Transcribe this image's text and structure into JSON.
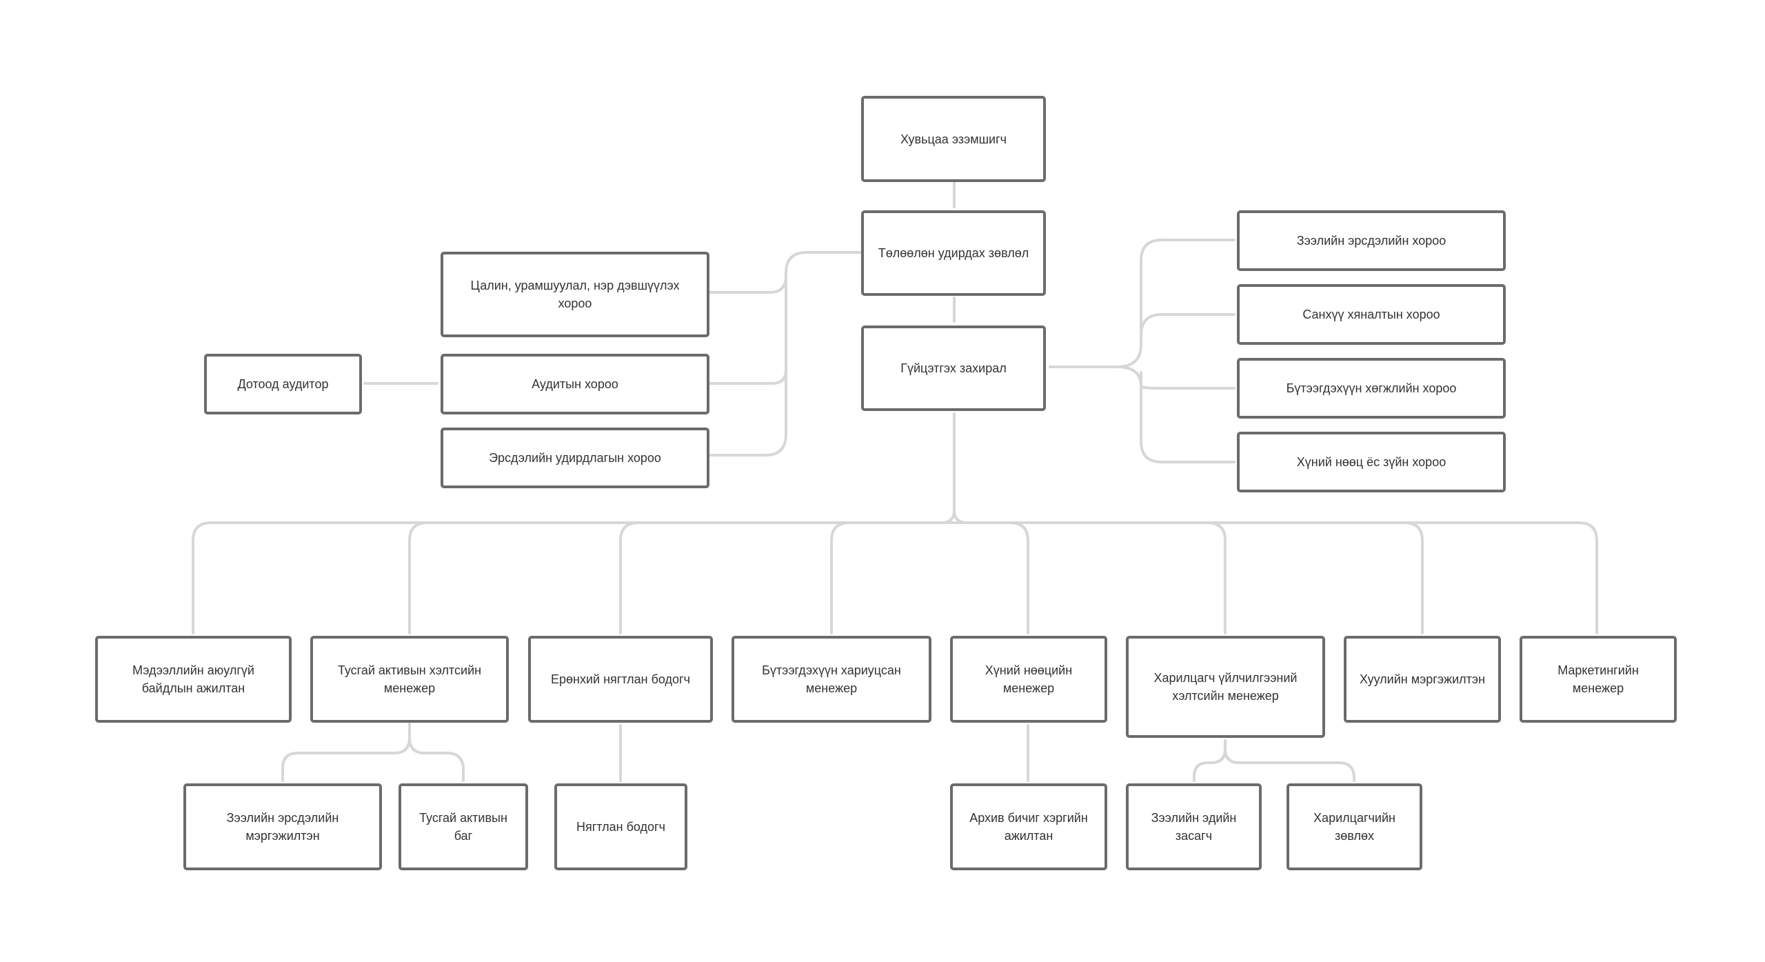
{
  "nodes": {
    "shareholder": "Хувьцаа эзэмшигч",
    "board": "Төлөөлөн удирдах зөвлөл",
    "ceo": "Гүйцэтгэх захирал",
    "remuneration_committee": "Цалин, урамшуулал, нэр дэвшүүлэх хороо",
    "audit_committee": "Аудитын хороо",
    "risk_management_committee": "Эрсдэлийн удирдлагын хороо",
    "internal_auditor": "Дотоод аудитор",
    "credit_risk_committee": "Зээлийн эрсдэлийн хороо",
    "finance_control_committee": "Санхүү хяналтын хороо",
    "product_development_committee": "Бүтээгдэхүүн хөгжлийн хороо",
    "hr_committee": "Хүний нөөц ёс зүйн хороо",
    "info_security_officer": "Мэдээллийн аюулгүй байдлын ажилтан",
    "special_assets_manager": "Тусгай активын хэлтсийн менежер",
    "chief_accountant": "Ерөнхий нягтлан бодогч",
    "product_manager": "Бүтээгдэхүүн хариуцсан менежер",
    "hr_manager": "Хүний нөөцийн менежер",
    "customer_service_manager": "Харилцагч үйлчилгээний хэлтсийн менежер",
    "legal_specialist": "Хуулийн мэргэжилтэн",
    "marketing_manager": "Маркетингийн менежер",
    "credit_risk_specialist": "Зээлийн эрсдэлийн мэргэжилтэн",
    "special_assets_team": "Тусгай активын баг",
    "accountant": "Нягтлан бодогч",
    "archive_officer": "Архив бичиг хэргийн ажилтан",
    "loan_officer": "Зээлийн эдийн засагч",
    "customer_advisor": "Харилцагчийн зөвлөх"
  },
  "colors": {
    "box_border": "#6b6b6b",
    "connector": "#d7d7d7",
    "text": "#333333",
    "background": "#ffffff"
  }
}
